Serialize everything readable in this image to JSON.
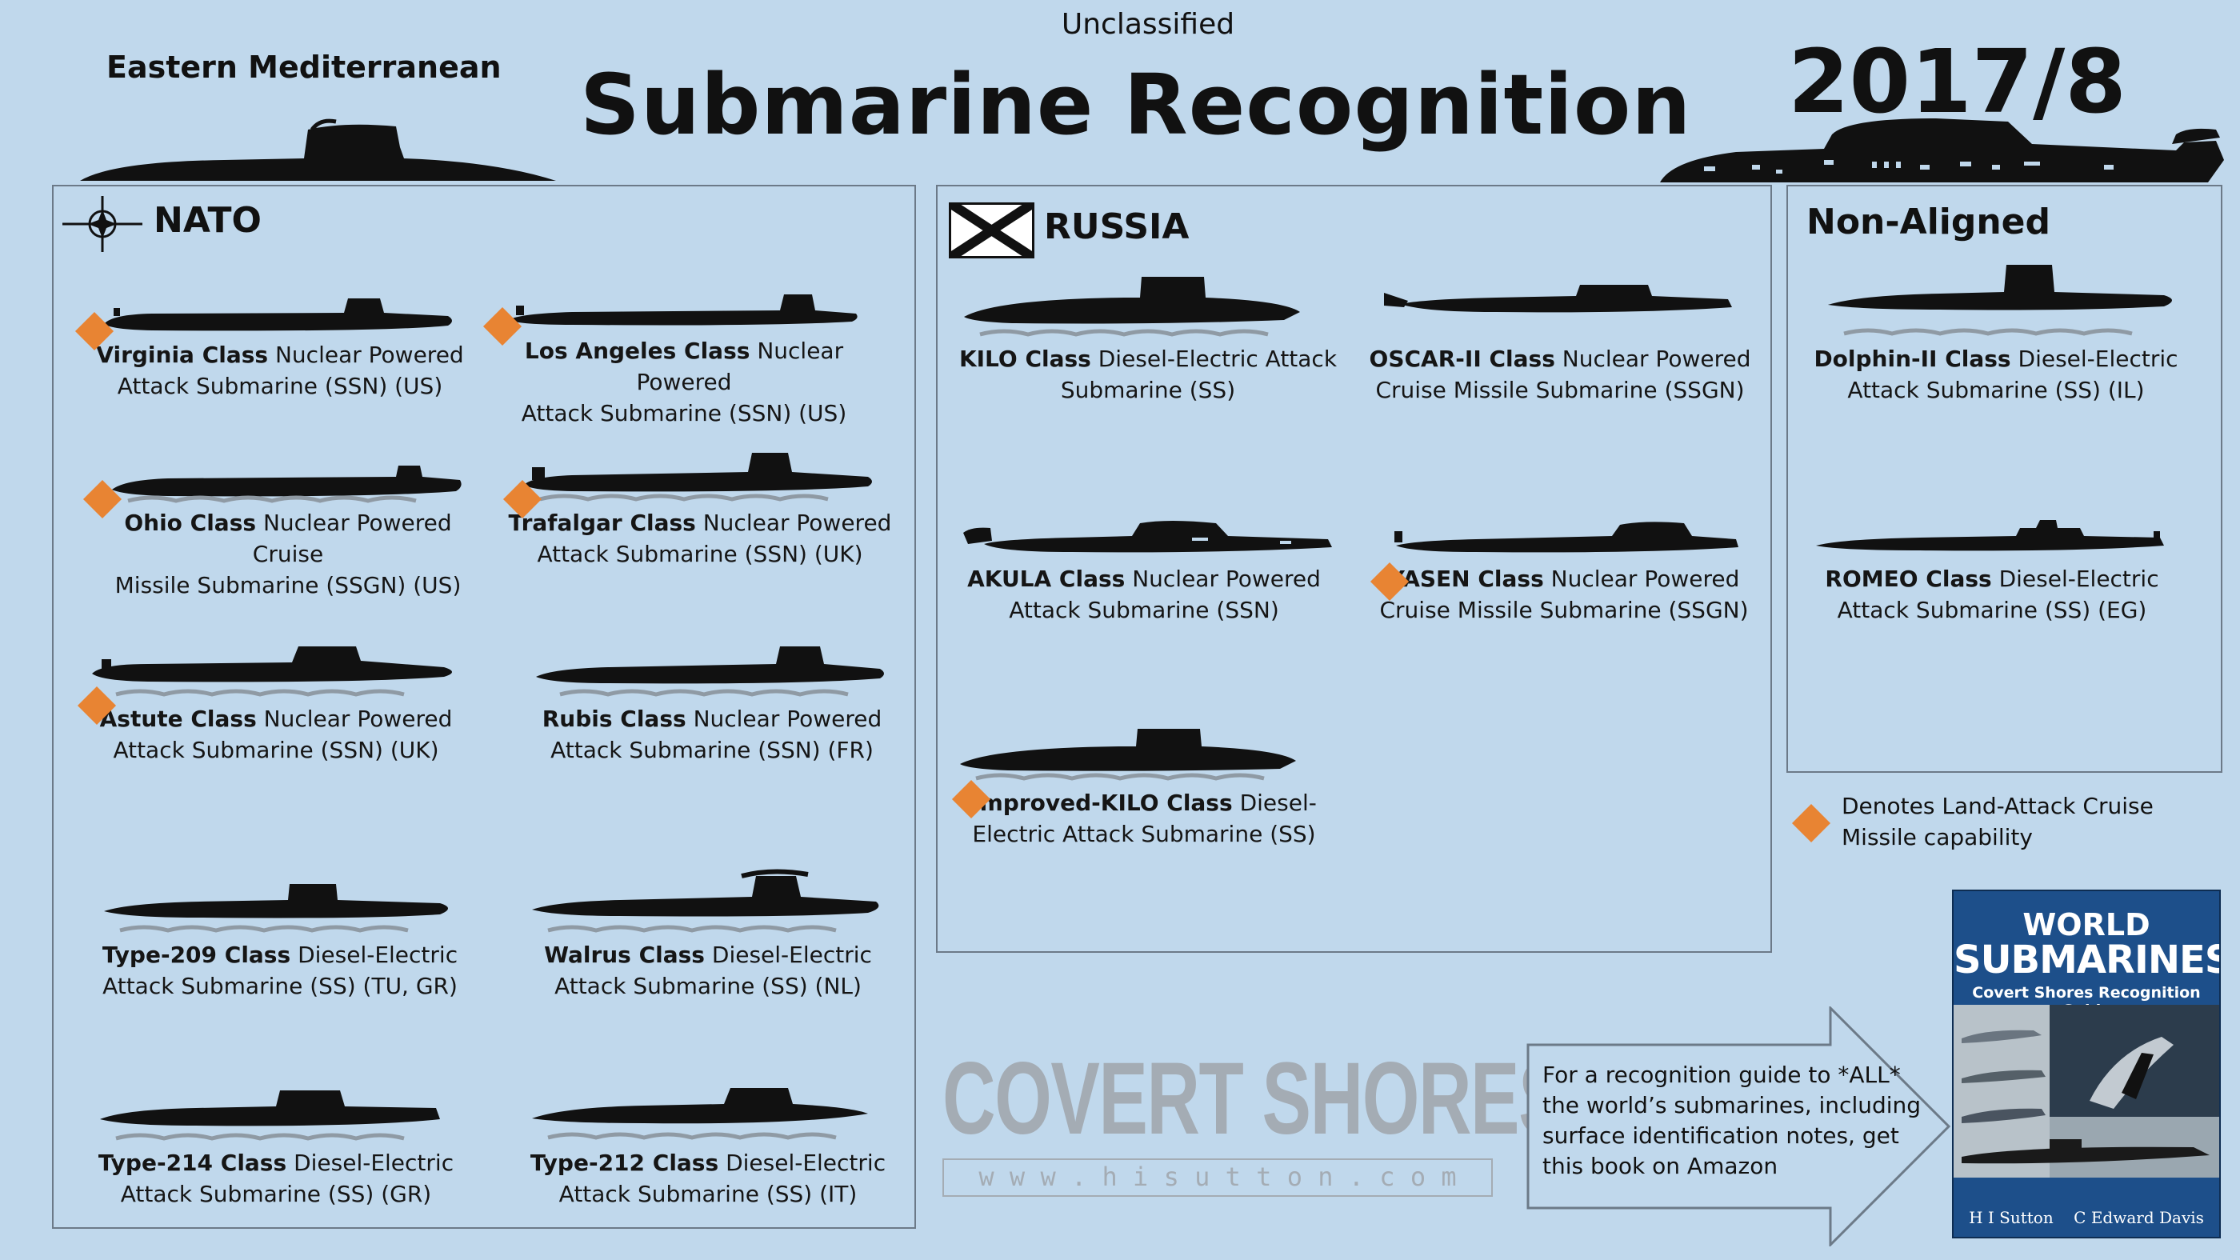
{
  "header": {
    "classification": "Unclassified",
    "region": "Eastern Mediterranean",
    "title": "Submarine Recognition",
    "edition": "2017/8"
  },
  "sections": {
    "nato": "NATO",
    "russia": "RUSSIA",
    "non_aligned": "Non-Aligned"
  },
  "submarines": [
    {
      "name": "Virginia Class",
      "desc1": "Nuclear Powered",
      "desc2": "Attack Submarine (SSN) (US)",
      "lacm": true
    },
    {
      "name": "Los Angeles Class",
      "desc1": "Nuclear Powered",
      "desc2": "Attack Submarine (SSN) (US)",
      "lacm": true
    },
    {
      "name": "Ohio Class",
      "desc1": "Nuclear Powered Cruise",
      "desc2": "Missile Submarine (SSGN) (US)",
      "lacm": true
    },
    {
      "name": "Trafalgar Class",
      "desc1": "Nuclear Powered",
      "desc2": "Attack Submarine (SSN) (UK)",
      "lacm": true
    },
    {
      "name": "Astute Class",
      "desc1": "Nuclear Powered",
      "desc2": "Attack Submarine (SSN) (UK)",
      "lacm": true
    },
    {
      "name": "Rubis Class",
      "desc1": "Nuclear Powered",
      "desc2": "Attack Submarine (SSN) (FR)",
      "lacm": false
    },
    {
      "name": "Type-209 Class",
      "desc1": "Diesel-Electric",
      "desc2": "Attack Submarine (SS) (TU, GR)",
      "lacm": false
    },
    {
      "name": "Walrus Class",
      "desc1": "Diesel-Electric",
      "desc2": "Attack Submarine (SS) (NL)",
      "lacm": false
    },
    {
      "name": "Type-214 Class",
      "desc1": "Diesel-Electric",
      "desc2": "Attack Submarine (SS) (GR)",
      "lacm": false
    },
    {
      "name": "Type-212 Class",
      "desc1": "Diesel-Electric",
      "desc2": "Attack Submarine (SS) (IT)",
      "lacm": false
    },
    {
      "name": "KILO Class",
      "desc1": "Diesel-Electric Attack",
      "desc2": "Submarine (SS)",
      "lacm": false
    },
    {
      "name": "OSCAR-II Class",
      "desc1": "Nuclear Powered",
      "desc2": "Cruise Missile Submarine (SSGN)",
      "lacm": false
    },
    {
      "name": "AKULA Class",
      "desc1": "Nuclear Powered",
      "desc2": "Attack Submarine (SSN)",
      "lacm": false
    },
    {
      "name": "YASEN Class",
      "desc1": "Nuclear Powered",
      "desc2": "Cruise Missile Submarine (SSGN)",
      "lacm": true
    },
    {
      "name": "Improved-KILO Class",
      "desc1": "Diesel-",
      "desc2": "Electric Attack Submarine (SS)",
      "lacm": true
    },
    {
      "name": "Dolphin-II Class",
      "desc1": "Diesel-Electric",
      "desc2": "Attack Submarine (SS) (IL)",
      "lacm": false
    },
    {
      "name": "ROMEO Class",
      "desc1": "Diesel-Electric",
      "desc2": "Attack Submarine (SS) (EG)",
      "lacm": false
    }
  ],
  "legend": {
    "line1": "Denotes Land-Attack Cruise",
    "line2": "Missile capability"
  },
  "watermark": {
    "brand": "COVERT SHORES",
    "url": "w w w . h i s u t t o n . c o m"
  },
  "promo": {
    "line1": "For a recognition guide to *ALL*",
    "line2": "the world’s submarines, including",
    "line3": "surface identification notes, get",
    "line4": "this book on Amazon"
  },
  "book": {
    "title_top": "WORLD",
    "title_main": "SUBMARINES",
    "subtitle": "Covert Shores Recognition Guide",
    "author1": "H I Sutton",
    "author2": "C Edward Davis"
  },
  "colors": {
    "background": "#c0d8ec",
    "lacm_marker": "#e88433",
    "book_blue": "#1d4f8a"
  }
}
